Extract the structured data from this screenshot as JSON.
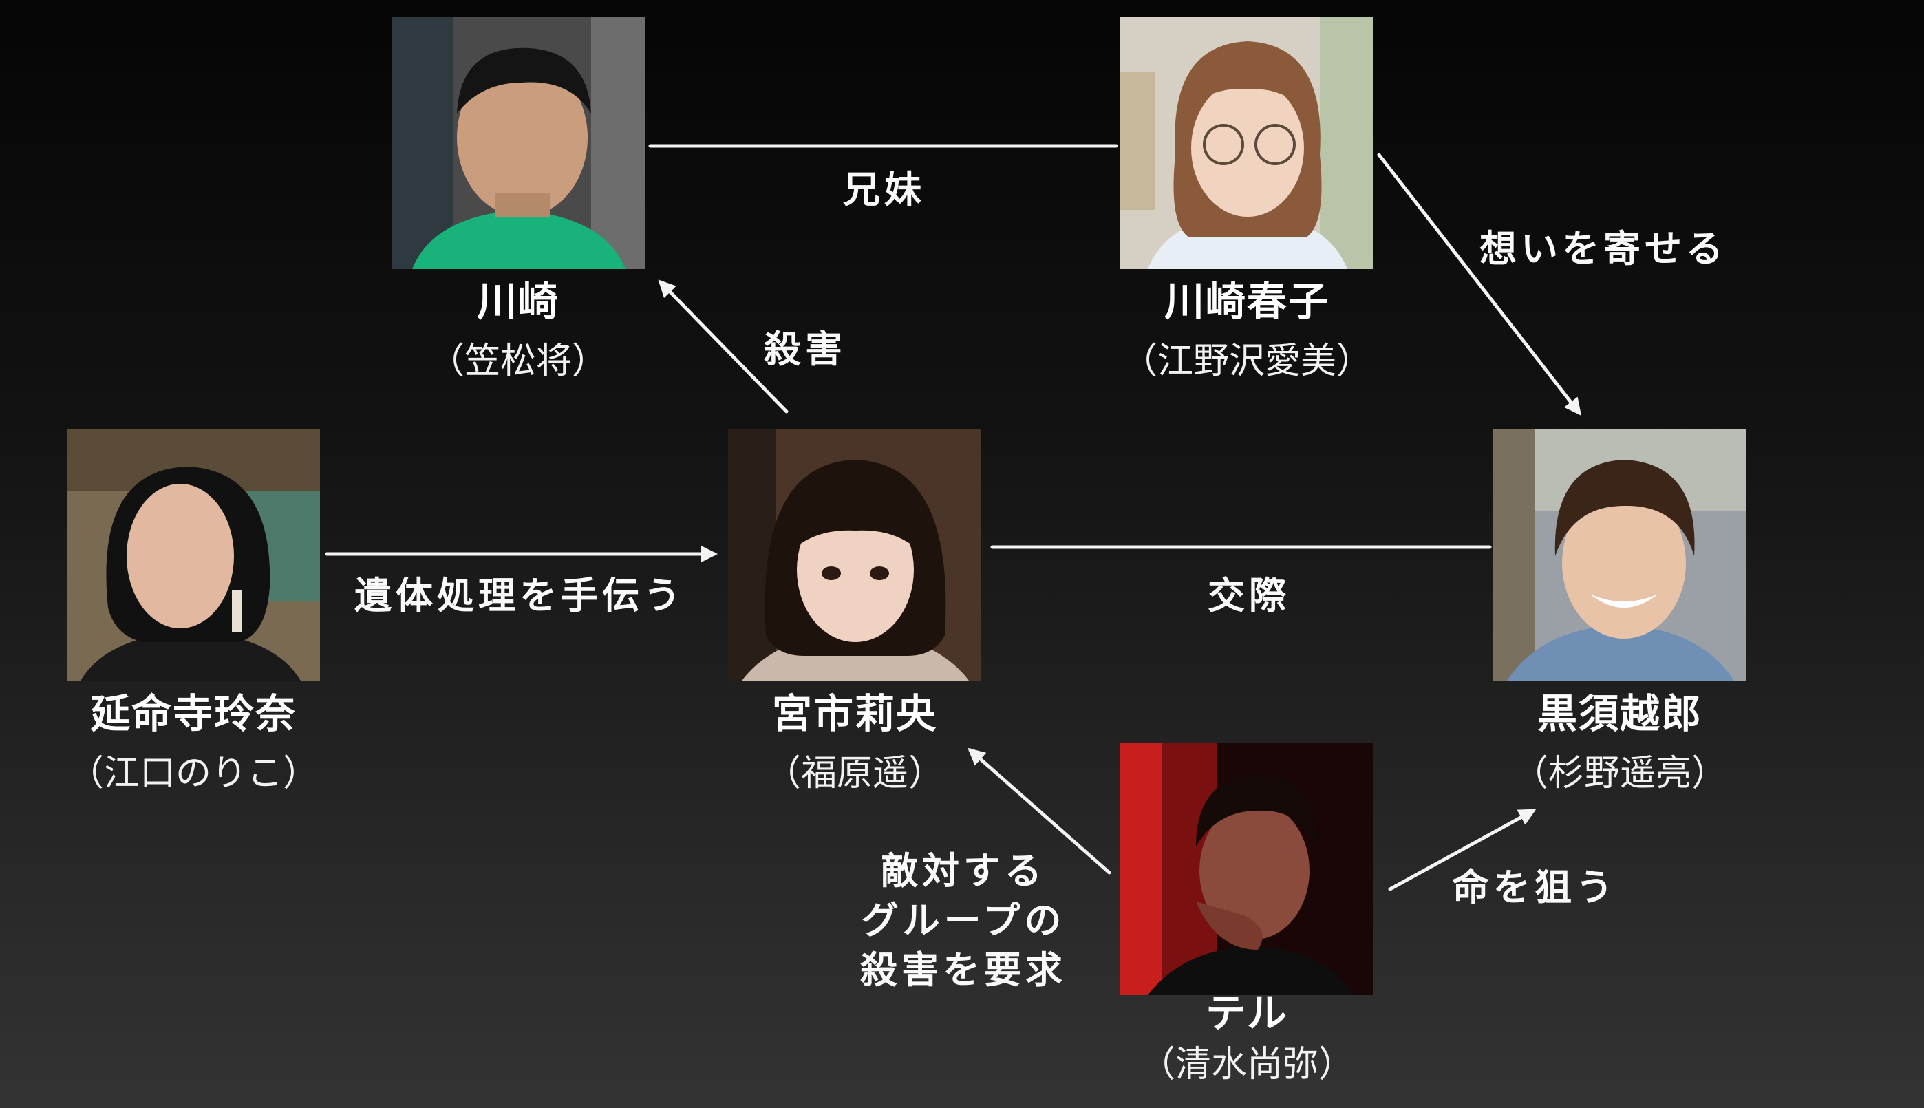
{
  "people": [
    {
      "id": "kawasaki",
      "name": "川崎",
      "actor": "（笠松将）",
      "bg": "#3a3a3a",
      "accent": "#19b27a"
    },
    {
      "id": "kawasaki-haruko",
      "name": "川崎春子",
      "actor": "（江野沢愛美）",
      "bg": "#d9d3c8",
      "accent": "#e8eef6"
    },
    {
      "id": "enmeiji-reina",
      "name": "延命寺玲奈",
      "actor": "（江口のりこ）",
      "bg": "#6b5b45",
      "accent": "#1c1c1c"
    },
    {
      "id": "miyaichi-rio",
      "name": "宮市莉央",
      "actor": "（福原遥）",
      "bg": "#4a3528",
      "accent": "#c9b8ab"
    },
    {
      "id": "kurosu-etsuro",
      "name": "黒須越郎",
      "actor": "（杉野遥亮）",
      "bg": "#8a8f94",
      "accent": "#6f8fb5"
    },
    {
      "id": "teru",
      "name": "テル",
      "actor": "（清水尚弥）",
      "bg": "#3a0c0c",
      "accent": "#c81e1e"
    }
  ],
  "relations": {
    "siblings": "兄妹",
    "murder": "殺害",
    "feelings": "想いを寄せる",
    "body_disposal": "遺体処理を手伝う",
    "dating": "交際",
    "rival_murder_line1": "敵対する",
    "rival_murder_line2": "グループの",
    "rival_murder_line3": "殺害を要求",
    "target_life": "命を狙う"
  },
  "colors": {
    "line": "#f4f4f4",
    "text": "#ffffff"
  }
}
